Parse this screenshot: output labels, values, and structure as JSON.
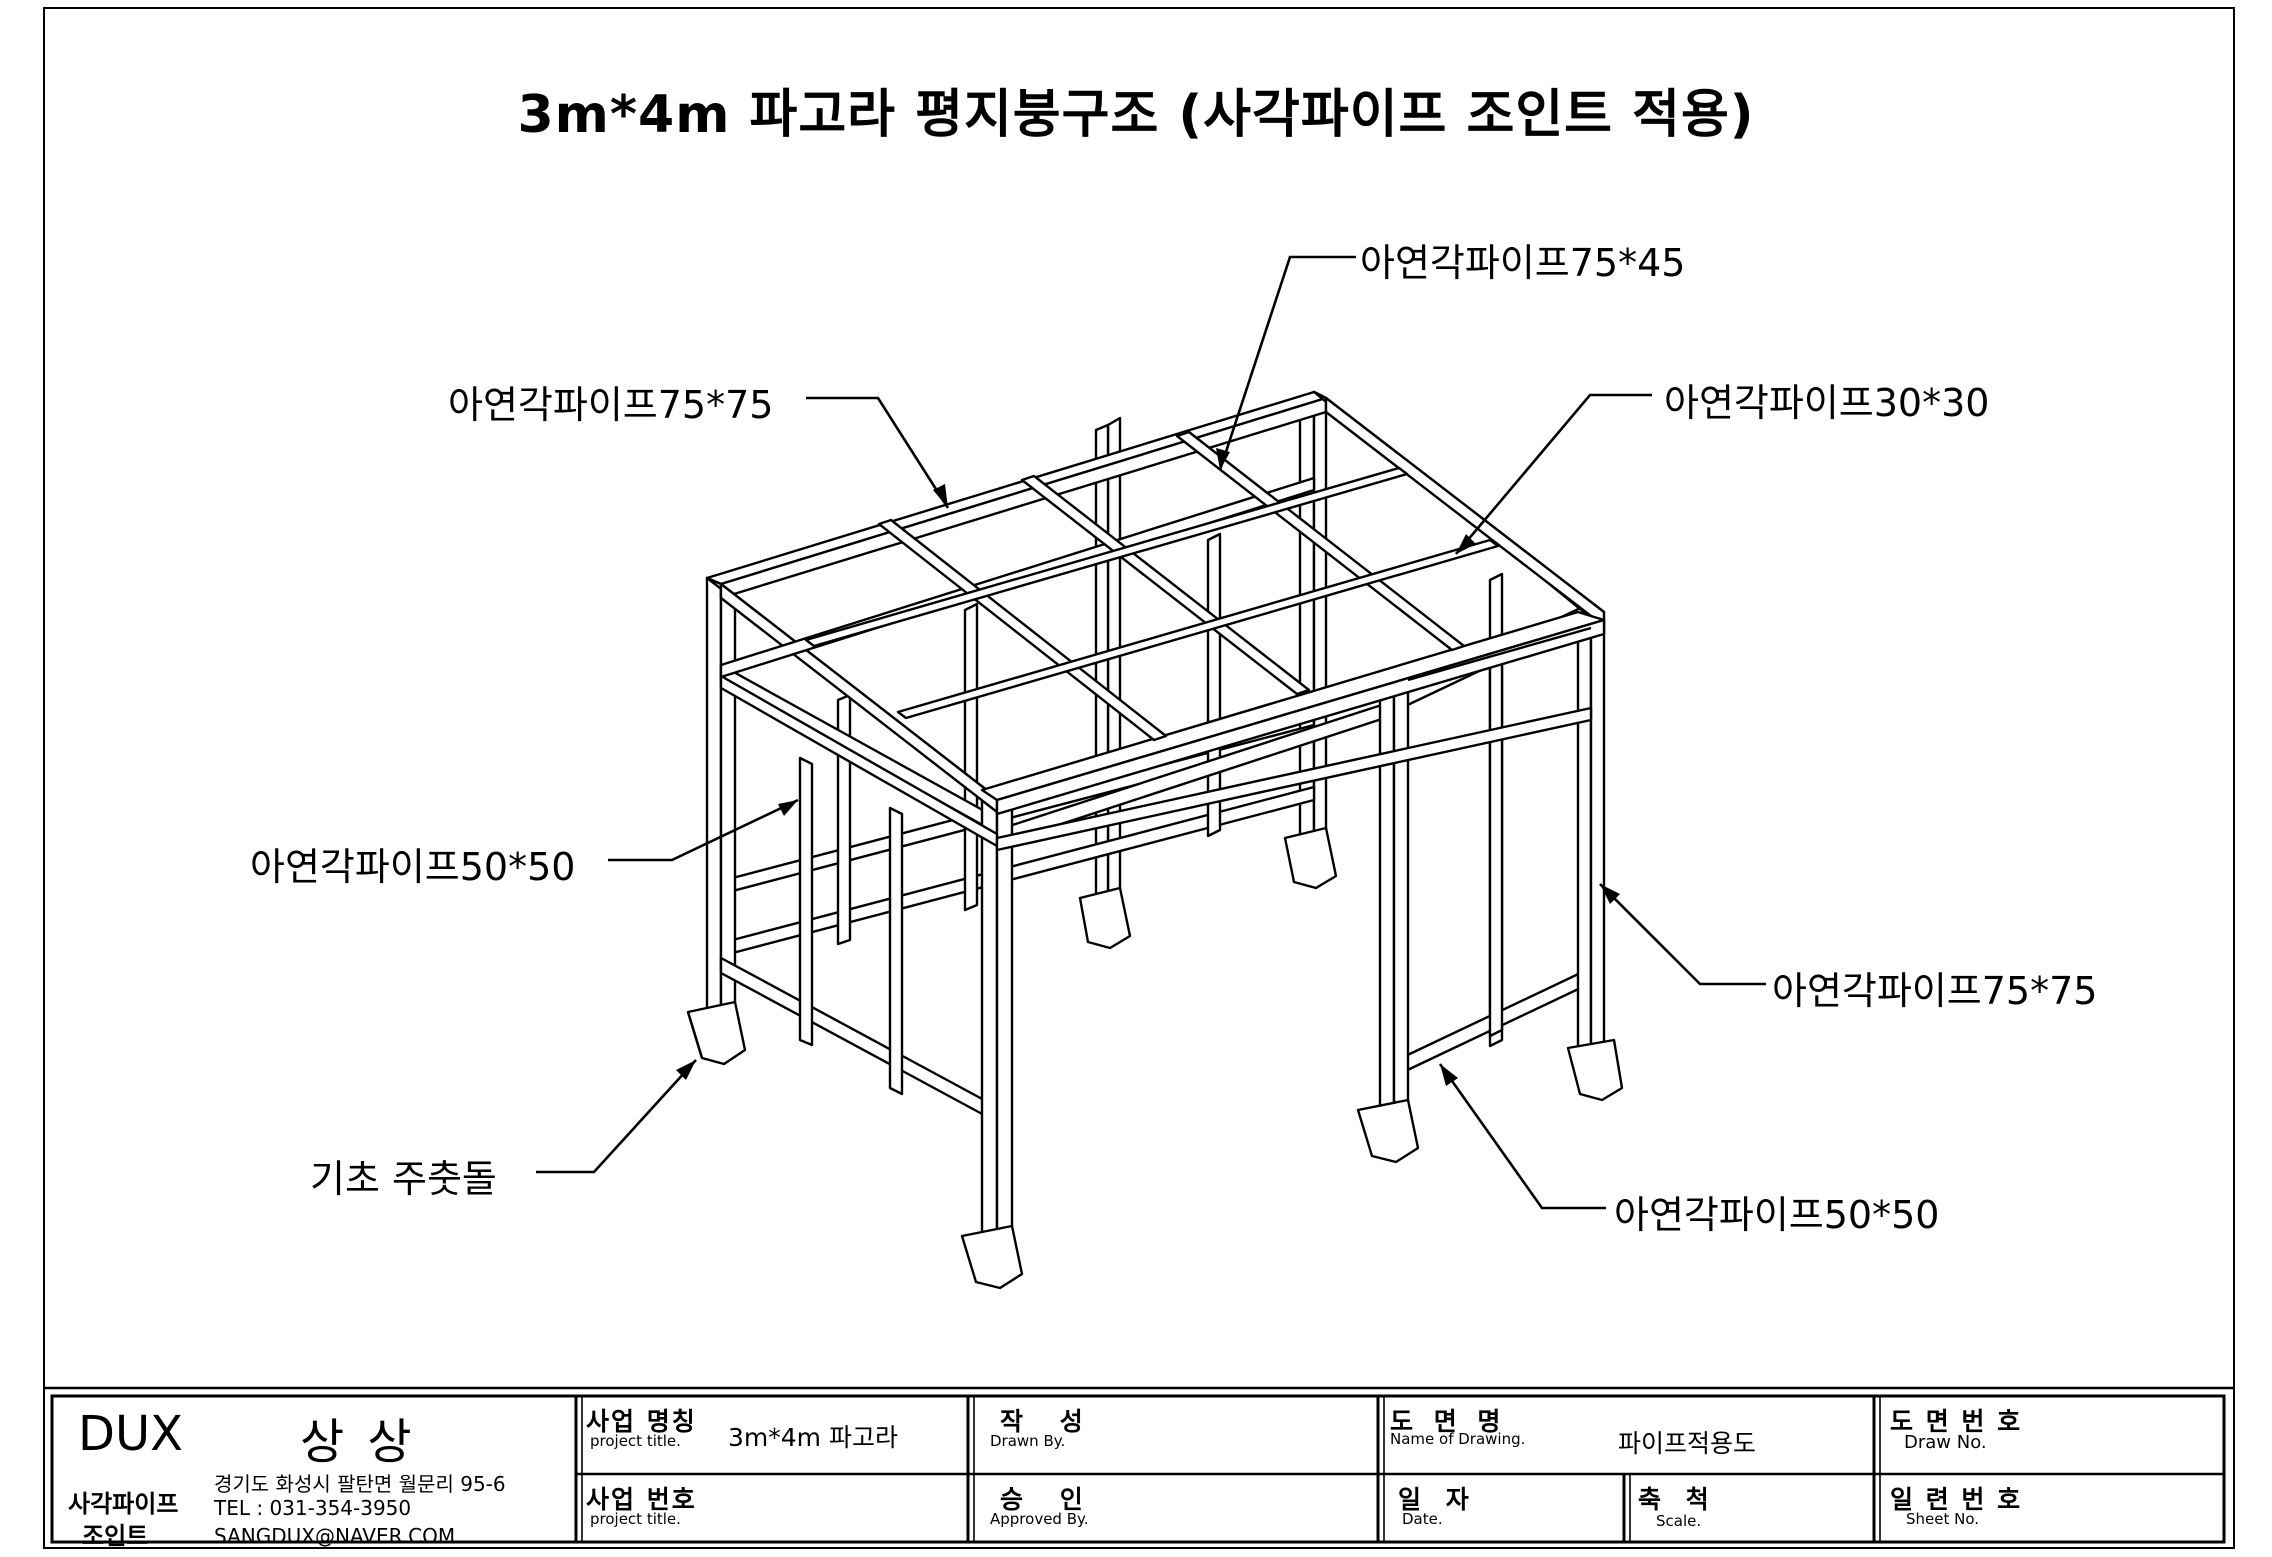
{
  "title": "3m*4m 파고라 평지붕구조 (사각파이프 조인트 적용)",
  "callouts": {
    "top_beam": "아연각파이프75*45",
    "left_beam": "아연각파이프75*75",
    "right_rafter": "아연각파이프30*30",
    "left_frame": "아연각파이프50*50",
    "right_post": "아연각파이프75*75",
    "foundation": "기초 주춧돌",
    "bottom_frame": "아연각파이프50*50"
  },
  "title_block": {
    "company_name": "DUX",
    "company_brand": "상 상",
    "company_line1": "사각파이프",
    "company_line2": "조인트",
    "address": "경기도 화성시 팔탄면 월문리 95-6",
    "tel": "TEL : 031-354-3950",
    "email": "SANGDUX@NAVER.COM",
    "project_name_ko": "사업 명칭",
    "project_name_en": "project title.",
    "project_name_value": "3m*4m 파고라",
    "project_no_ko": "사업 번호",
    "project_no_en": "project title.",
    "drawn_ko": "작 성",
    "drawn_en": "Drawn By.",
    "approved_ko": "승 인",
    "approved_en": "Approved By.",
    "drawing_name_ko": "도 면 명",
    "drawing_name_en": "Name of Drawing.",
    "drawing_name_value": "파이프적용도",
    "date_ko": "일 자",
    "date_en": "Date.",
    "scale_ko": "축 척",
    "scale_en": "Scale.",
    "draw_no_ko": "도 면 번 호",
    "draw_no_en": "Draw No.",
    "sheet_no_ko": "일 련 번 호",
    "sheet_no_en": "Sheet No."
  }
}
